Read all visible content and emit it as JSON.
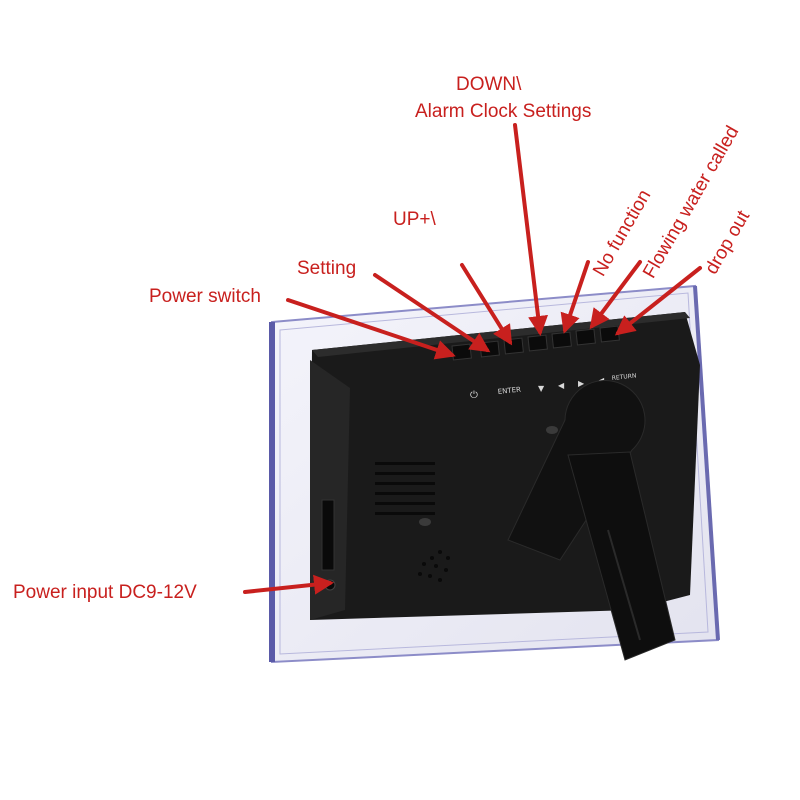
{
  "labels": {
    "down": "DOWN\\",
    "alarm": "Alarm Clock Settings",
    "up": "UP+\\",
    "setting": "Setting",
    "power_switch": "Power switch",
    "no_function": "No function",
    "flowing_water": "Flowing water called",
    "drop_out": "drop out",
    "power_input": "Power input DC9-12V"
  },
  "device_marks": {
    "enter": "ENTER",
    "return": "RETURN"
  },
  "colors": {
    "annotation": "#c8201e",
    "device_body": "#1a1a1a",
    "frame_edge": "#8c8cc8"
  }
}
